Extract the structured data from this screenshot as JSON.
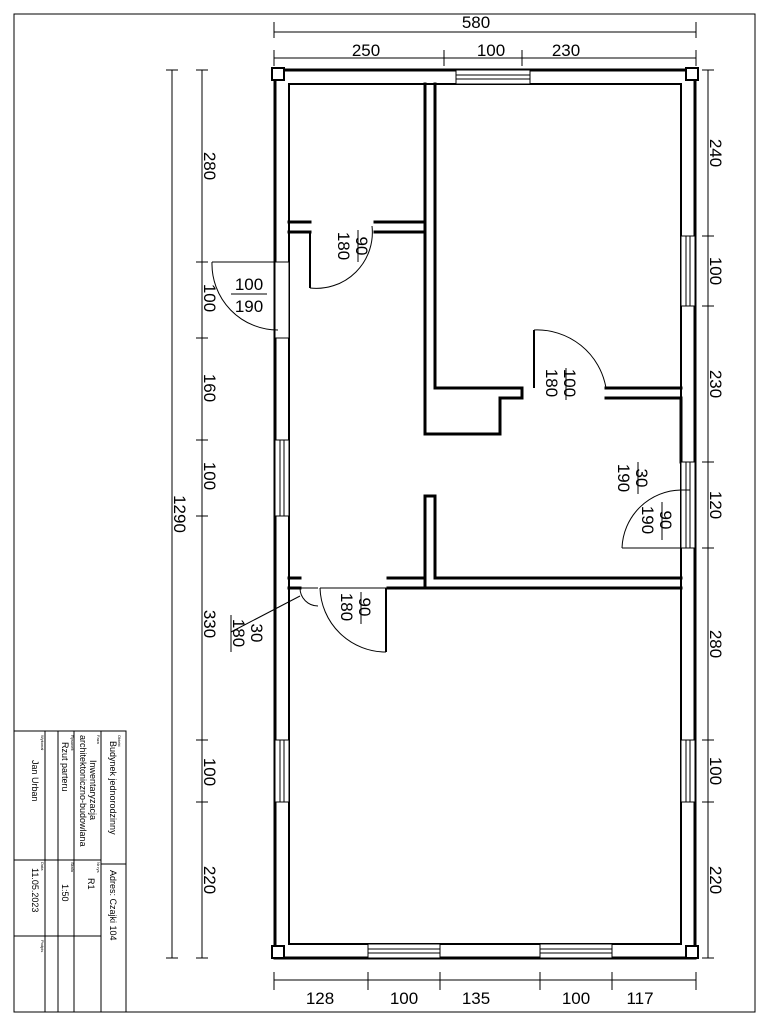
{
  "dimensions": {
    "top": {
      "total": "580",
      "segments": [
        "250",
        "100",
        "230"
      ]
    },
    "left": {
      "total": "1290",
      "segments": [
        "280",
        "100",
        "160",
        "100",
        "330",
        "100",
        "220"
      ]
    },
    "right": {
      "segments": [
        "240",
        "100",
        "230",
        "120",
        "280",
        "100",
        "220"
      ]
    },
    "bottom": {
      "segments": [
        "128",
        "100",
        "135",
        "100",
        "117"
      ]
    }
  },
  "openings": {
    "door_upper_left": {
      "w": "90",
      "h": "180"
    },
    "window_left_door": {
      "w": "100",
      "h": "190"
    },
    "door_middle": {
      "w": "100",
      "h": "180"
    },
    "door_right": {
      "w": "90",
      "h": "190"
    },
    "right_small": {
      "w": "30",
      "h": "190"
    },
    "door_lower": {
      "w": "90",
      "h": "180"
    },
    "entry_lower": {
      "w": "30",
      "h": "180"
    }
  },
  "title_block": {
    "object_label": "Obiekt",
    "object": "Budynek jednorodzinny",
    "address": "Adres: Czajki 104",
    "phase_label": "Faza",
    "phase_line1": "Inwentaryzacja",
    "phase_line2": "architektoniczno-budowlana",
    "drawing_label": "Rysunek",
    "drawing": "Rzut parteru",
    "number_label": "Nr rys",
    "number": "R1",
    "author_label": "Wykonał",
    "author": "Jan Urban",
    "scale_label": "Skala",
    "scale": "1:50",
    "date_label": "Data",
    "date": "11.05.2023",
    "sign_label": "Podpis"
  }
}
